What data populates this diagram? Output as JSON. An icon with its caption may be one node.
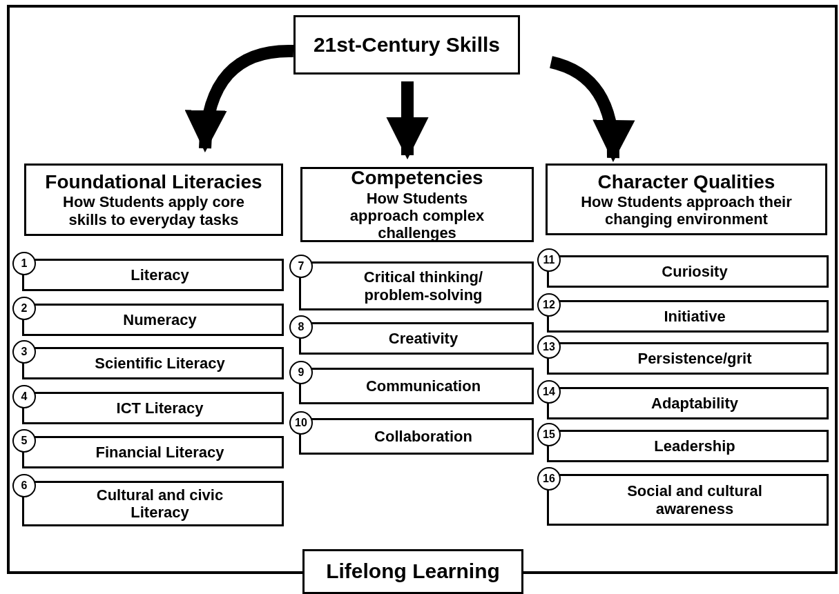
{
  "diagram": {
    "nodes": [
      {
        "text": [
          "21st-Century Skills"
        ]
      },
      {
        "text": [
          "Foundational Literacies",
          "How Students apply core skills to everyday tasks"
        ]
      },
      {
        "text": [
          "Competencies",
          "How Students approach complex challenges"
        ]
      },
      {
        "text": [
          "Character Qualities",
          "How Students approach their changing environment"
        ]
      },
      {
        "text": [
          "1",
          "Literacy"
        ]
      },
      {
        "text": [
          "2",
          "Numeracy"
        ]
      },
      {
        "text": [
          "3",
          "Scientific Literacy"
        ]
      },
      {
        "text": [
          "4",
          "ICT Literacy"
        ]
      },
      {
        "text": [
          "5",
          "Financial Literacy"
        ]
      },
      {
        "text": [
          "6",
          "Cultural and civic Literacy"
        ]
      },
      {
        "text": [
          "7",
          "Critical thinking/ problem-solving"
        ]
      },
      {
        "text": [
          "8",
          "Creativity"
        ]
      },
      {
        "text": [
          "9",
          "Communication"
        ]
      },
      {
        "text": [
          "10",
          "Collaboration"
        ]
      },
      {
        "text": [
          "11",
          "Curiosity"
        ]
      },
      {
        "text": [
          "12",
          "Initiative"
        ]
      },
      {
        "text": [
          "13",
          "Persistence/grit"
        ]
      },
      {
        "text": [
          "14",
          "Adaptability"
        ]
      },
      {
        "text": [
          "15",
          "Leadership"
        ]
      },
      {
        "text": [
          "16",
          "Social and cultural awareness"
        ]
      },
      {
        "text": [
          "Lifelong Learning"
        ]
      }
    ],
    "edges": [
      {
        "from": 0,
        "to": 1,
        "arrow": "to"
      },
      {
        "from": 0,
        "to": 2,
        "arrow": "to"
      },
      {
        "from": 0,
        "to": 3,
        "arrow": "to"
      }
    ]
  }
}
